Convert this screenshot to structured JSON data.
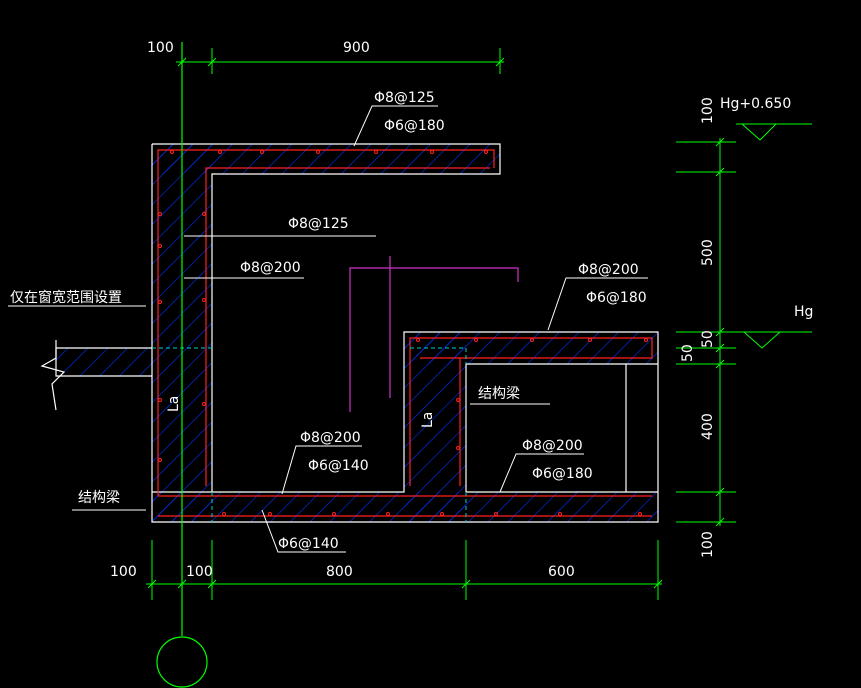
{
  "colors": {
    "background": "#000000",
    "outline": "#ffffff",
    "dimension": "#00ff00",
    "rebar": "#ff2020",
    "hatch": "#0033ff",
    "axis": "#00ff00",
    "magenta": "#cc33cc",
    "cyan": "#00cccc"
  },
  "dims_top": {
    "left": "100",
    "main": "900"
  },
  "dims_bottom": {
    "left": "100",
    "col": "100",
    "span": "800",
    "right": "600"
  },
  "dims_right": {
    "top": "100",
    "mid": "500",
    "step": "50",
    "step2": "50",
    "lower": "400",
    "bottom": "100"
  },
  "levels": {
    "top": "Hg+0.650",
    "mid": "Hg"
  },
  "rebar_labels": {
    "top_main": "Φ8@125",
    "top_dist": "Φ6@180",
    "wall_vert": "Φ8@125",
    "wall_horiz": "Φ8@200",
    "sill_main": "Φ8@200",
    "sill_dist": "Φ6@180",
    "base_main": "Φ8@200",
    "base_dist": "Φ6@140",
    "base_bottom": "Φ6@140",
    "right_main": "Φ8@200",
    "right_dist": "Φ6@180"
  },
  "notes": {
    "window_width": "仅在窗宽范围设置",
    "struct_beam_left": "结构梁",
    "struct_beam_right": "结构梁",
    "la_left": "La",
    "la_right": "La"
  }
}
